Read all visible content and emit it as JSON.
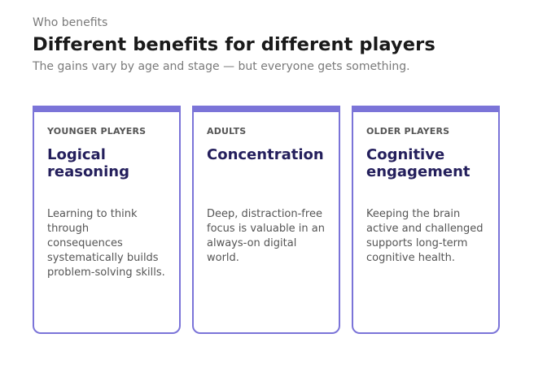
{
  "header": {
    "eyebrow": "Who benefits",
    "title": "Different benefits for different players",
    "subtitle": "The gains vary by age and stage — but everyone gets something."
  },
  "colors": {
    "accent": "#7b74d8",
    "heading": "#241f5c",
    "title": "#1a1a1a",
    "muted": "#7a7a7a",
    "body": "#555555"
  },
  "cards": [
    {
      "label": "YOUNGER PLAYERS",
      "heading": "Logical reasoning",
      "body": "Learning to think through consequences systematically builds problem-solving skills."
    },
    {
      "label": "ADULTS",
      "heading": "Concentration",
      "body": "Deep, distraction-free focus is valuable in an always-on digital world."
    },
    {
      "label": "OLDER PLAYERS",
      "heading": "Cognitive engagement",
      "body": "Keeping the brain active and challenged supports long-term cognitive health."
    }
  ]
}
